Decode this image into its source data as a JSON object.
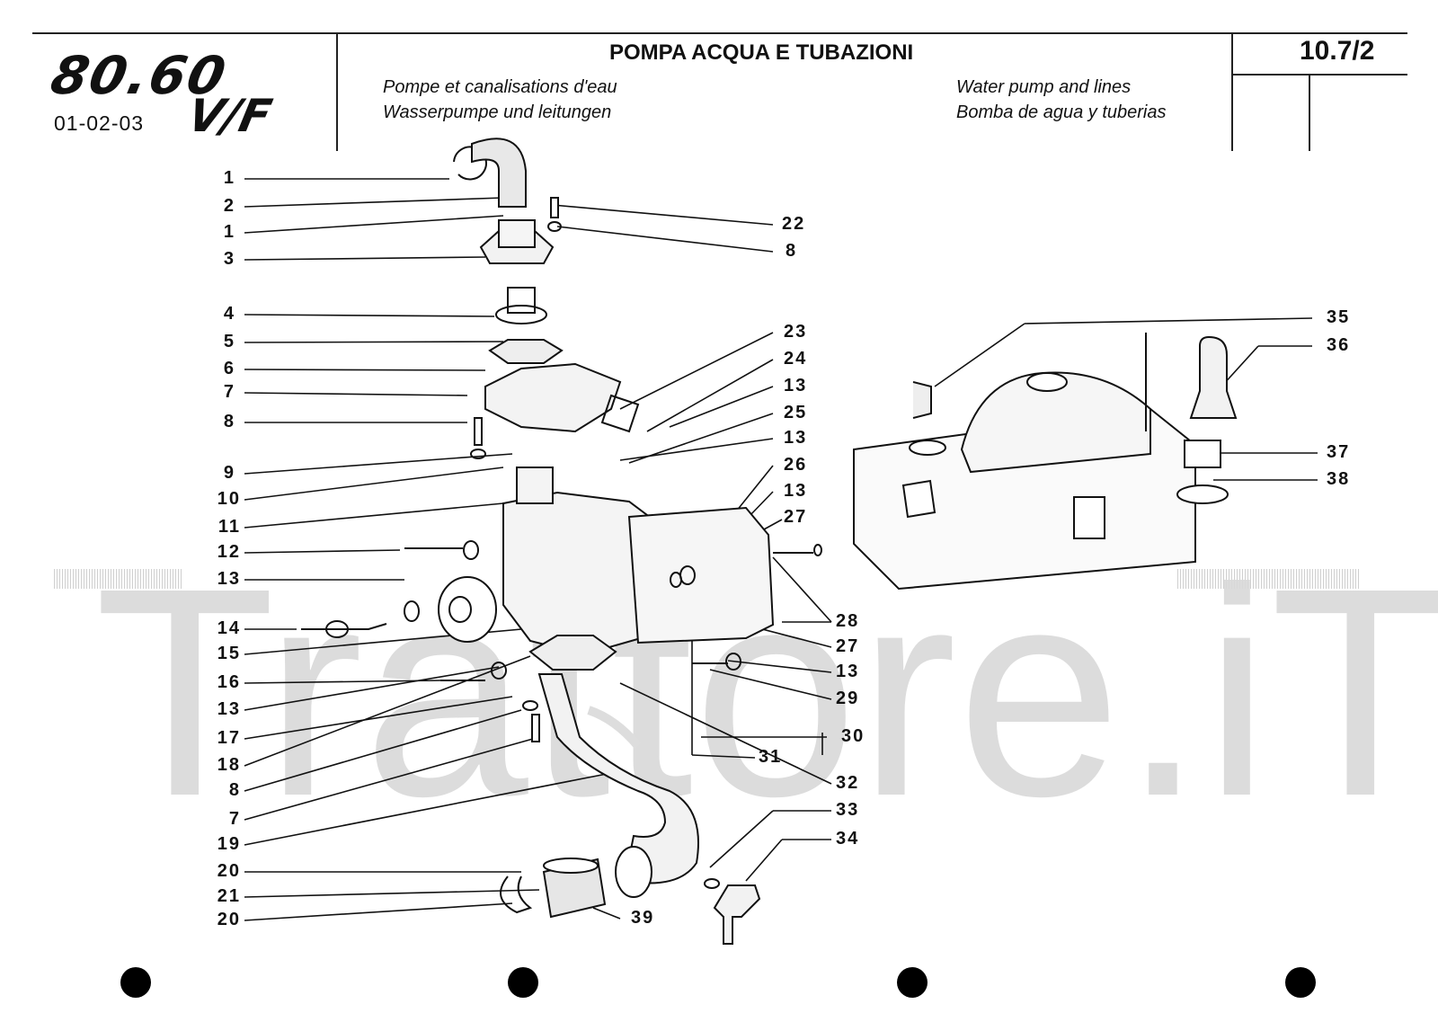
{
  "header": {
    "logo_line1": "80.60",
    "logo_line2": "V/F",
    "models": "01-02-03",
    "title": "POMPA ACQUA E TUBAZIONI",
    "page_number": "10.7/2",
    "subtitle_fr": "Pompe et canalisations d'eau",
    "subtitle_de": "Wasserpumpe und leitungen",
    "subtitle_en": "Water pump and lines",
    "subtitle_es": "Bomba de agua y tuberias"
  },
  "watermark": "Trattore.iT",
  "labels_left": [
    "1",
    "2",
    "1",
    "3",
    "4",
    "5",
    "6",
    "7",
    "8",
    "9",
    "10",
    "11",
    "12",
    "13",
    "14",
    "15",
    "16",
    "13",
    "17",
    "18",
    "8",
    "7",
    "19",
    "20",
    "21",
    "20"
  ],
  "labels_right": [
    "22",
    "8",
    "23",
    "24",
    "13",
    "25",
    "13",
    "26",
    "13",
    "27",
    "28",
    "27",
    "13",
    "29",
    "30",
    "31",
    "32",
    "33",
    "34",
    "39"
  ],
  "labels_engine": [
    "35",
    "36",
    "37",
    "38"
  ],
  "colors": {
    "ink": "#111111",
    "watermark": "#d9d9d9"
  }
}
